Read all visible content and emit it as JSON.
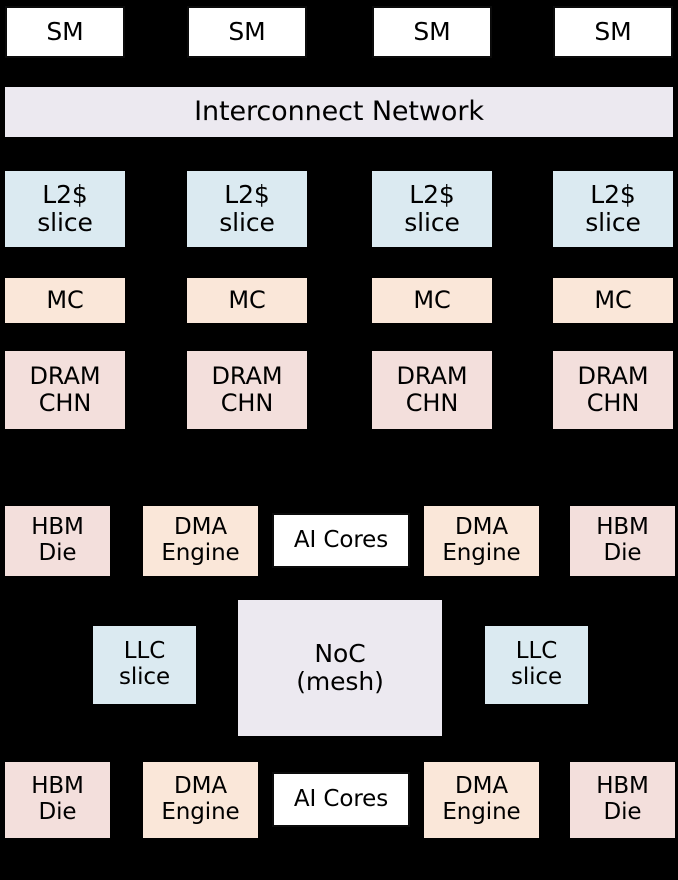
{
  "diagram": {
    "title": "Accelerator memory hierarchy block diagram",
    "background_color": "#000000",
    "colors": {
      "white": "#ffffff",
      "lavender": "#ece9f0",
      "blue": "#dbeaf1",
      "peach": "#fae7d9",
      "pink": "#f3dfdc",
      "text": "#000000",
      "border": "#0b0b0b"
    },
    "rows": [
      {
        "id": "sm-row",
        "name": "streaming-multiprocessor-row",
        "nodes": [
          {
            "id": "sm-0",
            "lines": [
              "SM"
            ],
            "fill": "white"
          },
          {
            "id": "sm-1",
            "lines": [
              "SM"
            ],
            "fill": "white"
          },
          {
            "id": "sm-2",
            "lines": [
              "SM"
            ],
            "fill": "white"
          },
          {
            "id": "sm-3",
            "lines": [
              "SM"
            ],
            "fill": "white"
          }
        ]
      },
      {
        "id": "interconnect-row",
        "name": "interconnect-network-row",
        "nodes": [
          {
            "id": "interconnect",
            "lines": [
              "Interconnect Network"
            ],
            "fill": "lavender"
          }
        ]
      },
      {
        "id": "l2-row",
        "name": "l2-cache-slice-row",
        "nodes": [
          {
            "id": "l2-0",
            "lines": [
              "L2$",
              "slice"
            ],
            "fill": "blue"
          },
          {
            "id": "l2-1",
            "lines": [
              "L2$",
              "slice"
            ],
            "fill": "blue"
          },
          {
            "id": "l2-2",
            "lines": [
              "L2$",
              "slice"
            ],
            "fill": "blue"
          },
          {
            "id": "l2-3",
            "lines": [
              "L2$",
              "slice"
            ],
            "fill": "blue"
          }
        ]
      },
      {
        "id": "mc-row",
        "name": "memory-controller-row",
        "nodes": [
          {
            "id": "mc-0",
            "lines": [
              "MC"
            ],
            "fill": "peach"
          },
          {
            "id": "mc-1",
            "lines": [
              "MC"
            ],
            "fill": "peach"
          },
          {
            "id": "mc-2",
            "lines": [
              "MC"
            ],
            "fill": "peach"
          },
          {
            "id": "mc-3",
            "lines": [
              "MC"
            ],
            "fill": "peach"
          }
        ]
      },
      {
        "id": "dram-row",
        "name": "dram-channel-row",
        "nodes": [
          {
            "id": "dram-0",
            "lines": [
              "DRAM",
              "CHN"
            ],
            "fill": "pink"
          },
          {
            "id": "dram-1",
            "lines": [
              "DRAM",
              "CHN"
            ],
            "fill": "pink"
          },
          {
            "id": "dram-2",
            "lines": [
              "DRAM",
              "CHN"
            ],
            "fill": "pink"
          },
          {
            "id": "dram-3",
            "lines": [
              "DRAM",
              "CHN"
            ],
            "fill": "pink"
          }
        ]
      },
      {
        "id": "upper-die-row",
        "name": "upper-hbm-dma-ai-row",
        "nodes": [
          {
            "id": "hbm-top-left",
            "lines": [
              "HBM",
              "Die"
            ],
            "fill": "pink"
          },
          {
            "id": "dma-top-left",
            "lines": [
              "DMA",
              "Engine"
            ],
            "fill": "peach"
          },
          {
            "id": "ai-cores-top",
            "lines": [
              "AI Cores"
            ],
            "fill": "white"
          },
          {
            "id": "dma-top-right",
            "lines": [
              "DMA",
              "Engine"
            ],
            "fill": "peach"
          },
          {
            "id": "hbm-top-right",
            "lines": [
              "HBM",
              "Die"
            ],
            "fill": "pink"
          }
        ]
      },
      {
        "id": "noc-row",
        "name": "noc-and-llc-row",
        "nodes": [
          {
            "id": "llc-left",
            "lines": [
              "LLC",
              "slice"
            ],
            "fill": "blue"
          },
          {
            "id": "noc",
            "lines": [
              "NoC",
              "(mesh)"
            ],
            "fill": "lavender"
          },
          {
            "id": "llc-right",
            "lines": [
              "LLC",
              "slice"
            ],
            "fill": "blue"
          }
        ]
      },
      {
        "id": "lower-die-row",
        "name": "lower-hbm-dma-ai-row",
        "nodes": [
          {
            "id": "hbm-bot-left",
            "lines": [
              "HBM",
              "Die"
            ],
            "fill": "pink"
          },
          {
            "id": "dma-bot-left",
            "lines": [
              "DMA",
              "Engine"
            ],
            "fill": "peach"
          },
          {
            "id": "ai-cores-bot",
            "lines": [
              "AI Cores"
            ],
            "fill": "white"
          },
          {
            "id": "dma-bot-right",
            "lines": [
              "DMA",
              "Engine"
            ],
            "fill": "peach"
          },
          {
            "id": "hbm-bot-right",
            "lines": [
              "HBM",
              "Die"
            ],
            "fill": "pink"
          }
        ]
      }
    ]
  },
  "labels": {
    "sm_0": "SM",
    "sm_1": "SM",
    "sm_2": "SM",
    "sm_3": "SM",
    "interconnect": "Interconnect Network",
    "l2_line1": "L2$",
    "l2_line2": "slice",
    "mc": "MC",
    "dram_line1": "DRAM",
    "dram_line2": "CHN",
    "hbm_line1": "HBM",
    "hbm_line2": "Die",
    "dma_line1": "DMA",
    "dma_line2": "Engine",
    "ai_cores": "AI Cores",
    "llc_line1": "LLC",
    "llc_line2": "slice",
    "noc_line1": "NoC",
    "noc_line2": "(mesh)"
  }
}
